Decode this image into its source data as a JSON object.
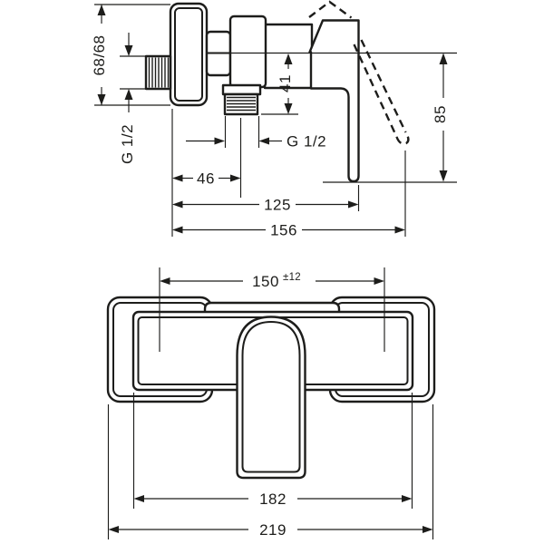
{
  "page": {
    "background": "#ffffff",
    "line_color": "#1d1d1b"
  },
  "drawing": {
    "side_view": {
      "escutcheon_height": "68/68",
      "wall_thread": "G 1/2",
      "outlet_thread": "G 1/2",
      "outlet_drop": "41",
      "wall_to_outlet_center": "46",
      "wall_to_handle_front": "125",
      "max_projection": "156",
      "handle_sweep_height": "85"
    },
    "front_view": {
      "connection_centers": "150",
      "connection_centers_tolerance": "±12",
      "body_width": "182",
      "overall_width": "219"
    }
  }
}
